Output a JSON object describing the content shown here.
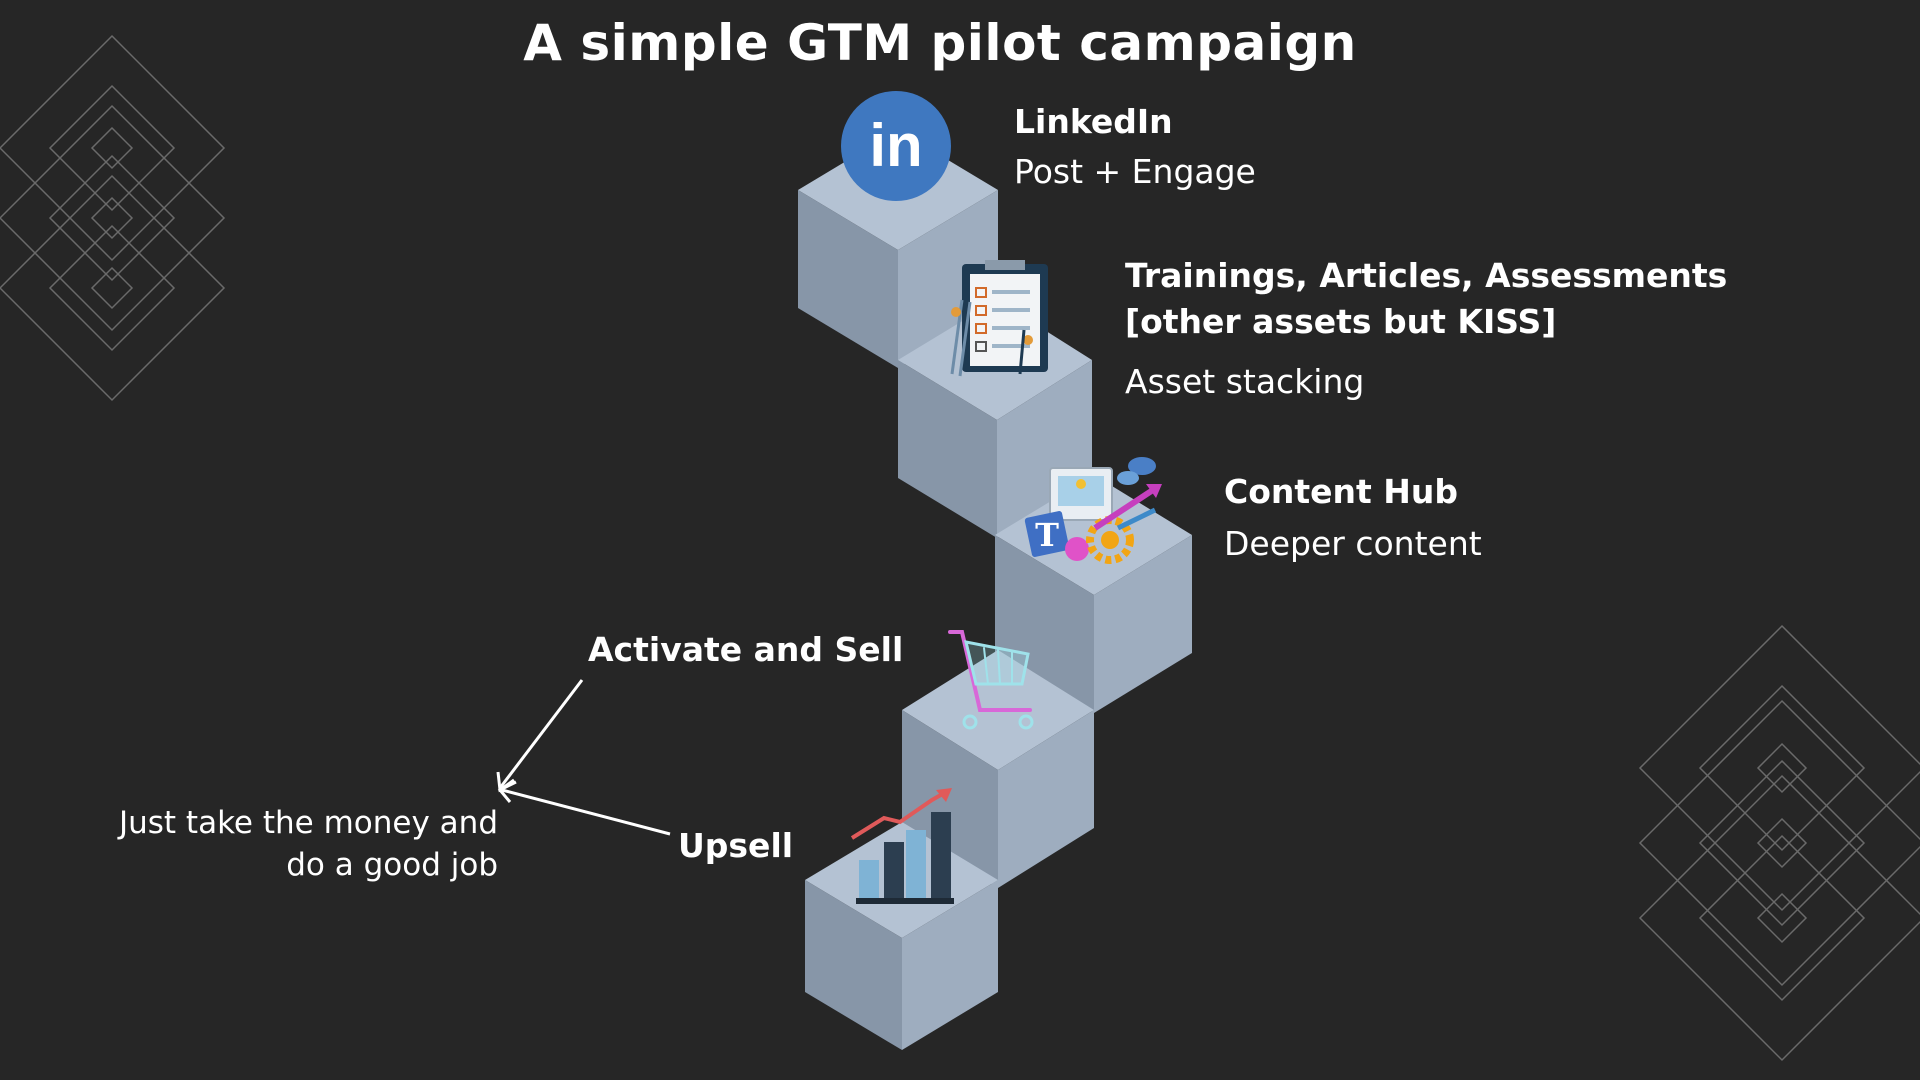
{
  "title": "A simple GTM pilot campaign",
  "steps": [
    {
      "heading": "LinkedIn",
      "subtext": "Post + Engage",
      "icon": "linkedin-icon",
      "icon_text": "in"
    },
    {
      "heading_line1": "Trainings, Articles, Assessments",
      "heading_line2": "[other assets but KISS]",
      "subtext": "Asset stacking",
      "icon": "checklist-clipboard-icon"
    },
    {
      "heading": "Content Hub",
      "subtext": "Deeper content",
      "icon": "content-media-icon",
      "icon_text": "T"
    },
    {
      "heading": "Activate and Sell",
      "icon": "shopping-cart-icon"
    },
    {
      "heading": "Upsell",
      "icon": "bar-chart-growth-icon"
    }
  ],
  "note": {
    "line1": "Just take the money and",
    "line2": "do a good job"
  },
  "colors": {
    "background": "#262626",
    "cube_top": "#b4c2d3",
    "cube_left": "#8796a8",
    "cube_right": "#9eadbf",
    "linkedin": "#3f78c0",
    "text": "#ffffff"
  }
}
